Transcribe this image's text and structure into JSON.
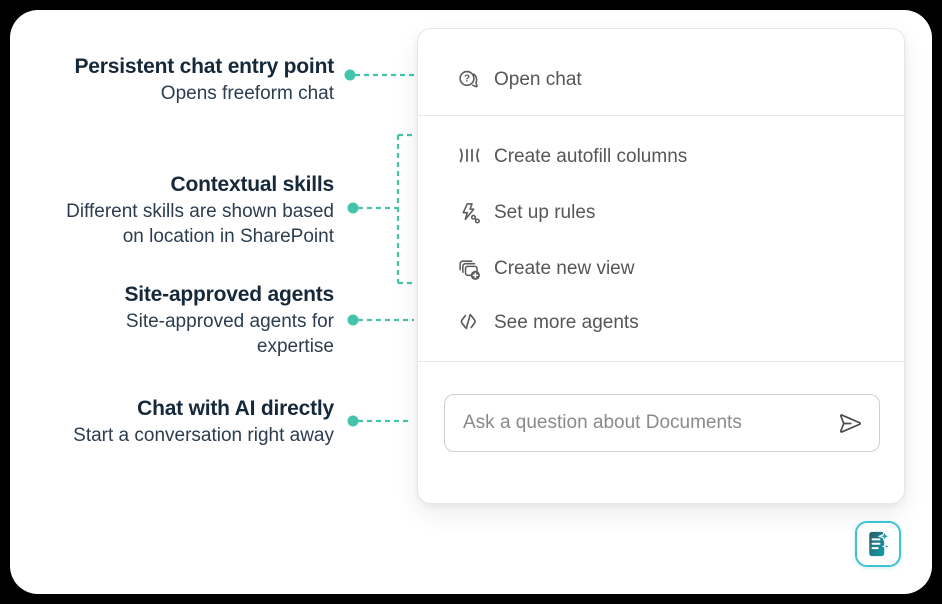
{
  "colors": {
    "background": "#000000",
    "card": "#ffffff",
    "annotation_teal": "#45c4ab",
    "heading_text": "#16293b",
    "menu_text": "#565656",
    "launcher_border": "#3fc3d0",
    "launcher_glyph_gradient": [
      "#2e5a68",
      "#0fa0aa"
    ]
  },
  "annotations": [
    {
      "title": "Persistent chat entry point",
      "description": "Opens freeform chat"
    },
    {
      "title": "Contextual skills",
      "description": "Different skills are shown based\non location in SharePoint"
    },
    {
      "title": "Site-approved agents",
      "description": "Site-approved agents for\nexpertise"
    },
    {
      "title": "Chat with AI directly",
      "description": "Start a conversation right away"
    }
  ],
  "menu": {
    "primary_item": {
      "label": "Open chat",
      "icon": "chat-question-icon"
    },
    "skill_items": [
      {
        "label": "Create autofill columns",
        "icon": "autofill-columns-icon"
      },
      {
        "label": "Set up rules",
        "icon": "rules-flash-icon"
      },
      {
        "label": "Create new view",
        "icon": "create-view-icon"
      }
    ],
    "agent_item": {
      "label": "See more agents",
      "icon": "agents-icon"
    },
    "input": {
      "placeholder": "Ask a question about Documents",
      "send_icon": "send-icon"
    }
  },
  "launcher": {
    "icon": "copilot-document-icon"
  }
}
